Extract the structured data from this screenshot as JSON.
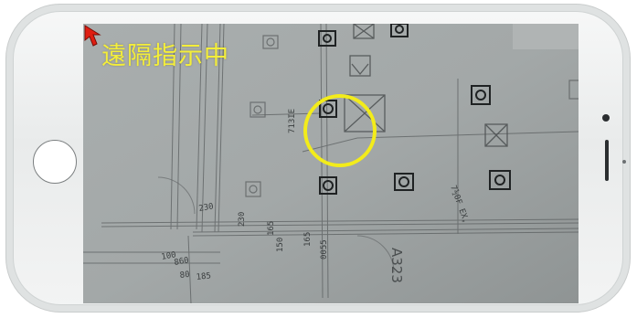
{
  "overlay": {
    "status_text": "遠隔指示中",
    "pointer_color": "#f3ec1a",
    "arrow_color": "#e01e12"
  },
  "drawing_labels": {
    "room_tag": "713IE",
    "dim_a": "100",
    "dim_b": "860",
    "dim_c": "80",
    "dim_d": "185",
    "dim_e": "230",
    "dim_f": "230",
    "dim_g": "165",
    "dim_h": "150",
    "dim_i": "165",
    "room_number": "A323",
    "note_text": "7½0F EX,"
  }
}
